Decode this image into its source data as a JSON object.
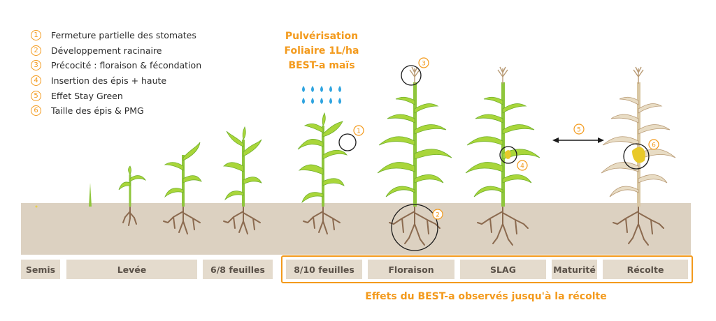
{
  "legend": [
    {
      "num": "1",
      "text": "Fermeture partielle des stomates"
    },
    {
      "num": "2",
      "text": "Développement racinaire"
    },
    {
      "num": "3",
      "text": "Précocité : floraison & fécondation"
    },
    {
      "num": "4",
      "text": "Insertion des épis + haute"
    },
    {
      "num": "5",
      "text": "Effet Stay Green"
    },
    {
      "num": "6",
      "text": "Taille des épis & PMG"
    }
  ],
  "spray": {
    "line1": "Pulvérisation",
    "line2": "Foliaire 1L/ha",
    "line3": "BEST-a maïs"
  },
  "stages": [
    "Semis",
    "Levée",
    "6/8 feuilles",
    "8/10 feuilles",
    "Floraison",
    "SLAG",
    "Maturité",
    "Récolte"
  ],
  "markers": {
    "m1": "1",
    "m2": "2",
    "m3": "3",
    "m4": "4",
    "m5": "5",
    "m6": "6"
  },
  "best_effects": "Effets du BEST-a observés jusqu'à la récolte",
  "colors": {
    "accent": "#f39a1c",
    "leaf": "#a9d63a",
    "leaf_dark": "#6fae2a",
    "soil": "#dcd1c1",
    "root": "#8b6a4f",
    "dry": "#d9c7a3",
    "rain": "#2fa4e0"
  }
}
